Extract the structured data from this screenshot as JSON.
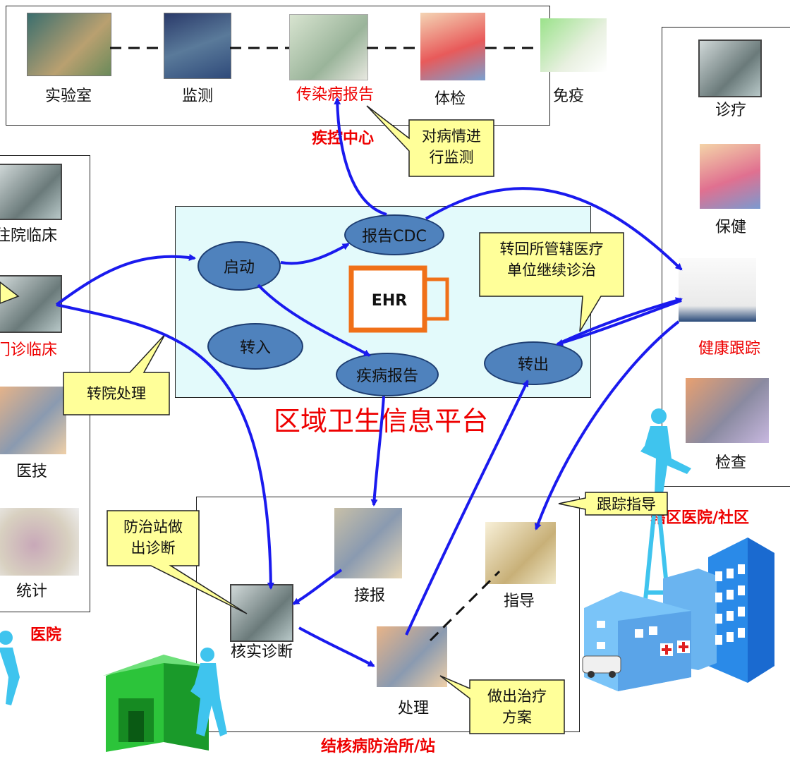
{
  "cdc": {
    "items": [
      "实验室",
      "监测",
      "传染病报告",
      "体检",
      "免疫"
    ],
    "title": "疾控中心"
  },
  "hospital": {
    "items": [
      "住院临床",
      "门诊临床",
      "医技",
      "统计"
    ],
    "title": "医院"
  },
  "community": {
    "items": [
      "诊疗",
      "保健",
      "健康跟踪",
      "检查"
    ],
    "title": "辖区医院/社区"
  },
  "platform": {
    "title": "区域卫生信息平台",
    "ehr": "EHR",
    "nodes": [
      "启动",
      "报告CDC",
      "转入",
      "疾病报告",
      "转出"
    ]
  },
  "tb_station": {
    "title": "结核病防治所/站",
    "items": [
      "接报",
      "指导",
      "核实诊断",
      "处理"
    ]
  },
  "callouts": {
    "monitor": [
      "对病情进",
      "行监测"
    ],
    "return": [
      "转回所管辖医疗",
      "单位继续诊治"
    ],
    "transfer": "转院处理",
    "track": "跟踪指导",
    "diagnose": [
      "防治站做",
      "出诊断"
    ],
    "treat": [
      "做出治疗",
      "方案"
    ]
  },
  "colors": {
    "arrow": "#1a1aee",
    "node_fill": "#4f82bd",
    "platform_bg": "#e3fafb",
    "callout_fill": "#ffff99",
    "ehr_orange": "#f07018",
    "title_red": "#ee0000"
  }
}
